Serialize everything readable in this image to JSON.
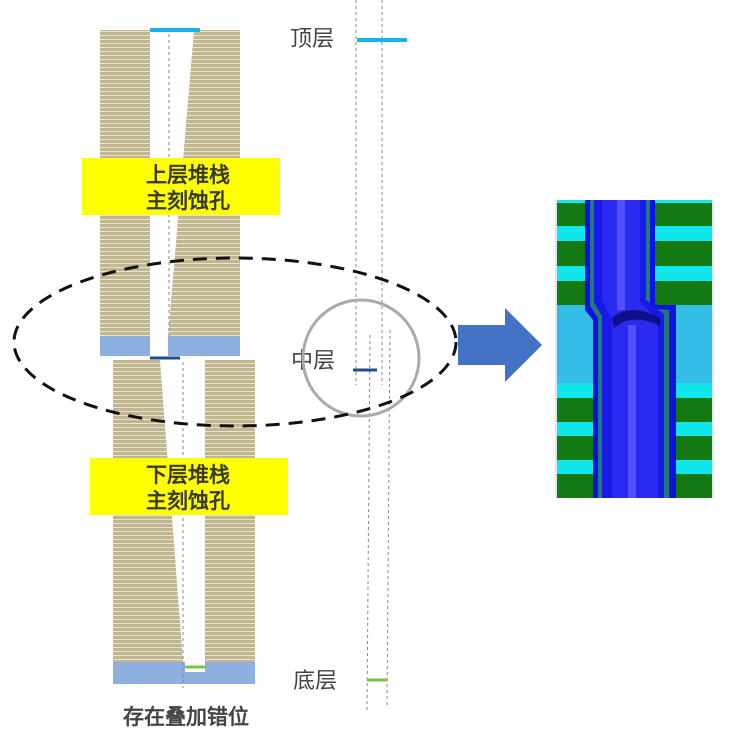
{
  "upper_stack": {
    "label_line1": "上层堆栈",
    "label_line2": "主刻蚀孔"
  },
  "lower_stack": {
    "label_line1": "下层堆栈",
    "label_line2": "主刻蚀孔"
  },
  "caption": "存在叠加错位",
  "layers": {
    "top": "顶层",
    "middle": "中层",
    "bottom": "底层"
  },
  "colors": {
    "stack": "#c2b690",
    "base": "#8eb0e0",
    "label_bg": "#ffff00",
    "top_line": "#1ab0e8",
    "middle_line": "#1f4e8c",
    "bottom_line": "#7dc242",
    "arrow": "#4472c4",
    "sim_green": "#137a13",
    "sim_cyan": "#11e6ea",
    "sim_lightblue": "#33bde6",
    "sim_blue": "#1010e0"
  }
}
